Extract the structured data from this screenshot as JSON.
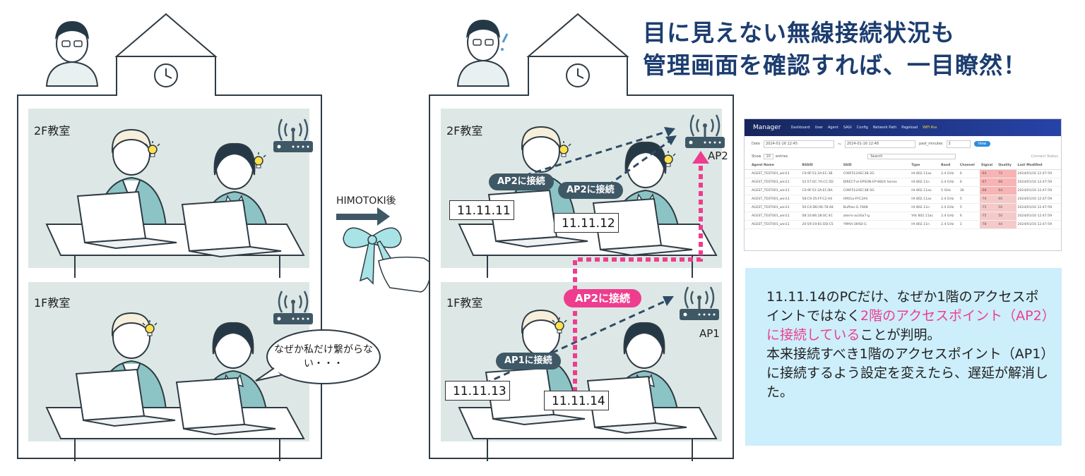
{
  "headline": {
    "line1": "目に見えない無線接続状況も",
    "line2": "管理画面を確認すれば、一目瞭然！"
  },
  "left_building": {
    "room_2f": "2F教室",
    "room_1f": "1F教室",
    "speech": "なぜか私だけ繋がらない・・・"
  },
  "transition": {
    "label": "HIMOTOKI後"
  },
  "right_building": {
    "room_2f": "2F教室",
    "room_1f": "1F教室",
    "ap2_label": "AP2",
    "ap1_label": "AP1",
    "pill_a": "AP2に接続",
    "pill_b": "AP2に接続",
    "pill_c": "AP1に接続",
    "pill_pink": "AP2に接続",
    "ip_1": "11.11.11",
    "ip_2": "11.11.12",
    "ip_3": "11.11.13",
    "ip_4": "11.11.14"
  },
  "screenshot": {
    "brand": "Manager",
    "nav": [
      "Dashboard",
      "User",
      "Agent",
      "SAGI",
      "Config",
      "Network Path",
      "Pageload",
      "WiFi Rss"
    ],
    "date_label": "Date",
    "date_from": "2024-01-16 12:45",
    "date_sep": "〜",
    "date_to": "2024-01-16 12:48",
    "past_label": "past_minutes",
    "past_value": "3",
    "view_button": "View",
    "show_label": "Show",
    "show_value": "10",
    "entries_label": "entries",
    "search_label": "Search",
    "connect_label": "Connect Status",
    "columns": [
      "Agent Name",
      "BSSID",
      "SSID",
      "Type",
      "Band",
      "Channel",
      "Signal",
      "Quality",
      "Last Modified"
    ],
    "rows": [
      [
        "AGEST_TEST001_win11",
        "C0:9F:51:2A:EC:3B",
        "C09F512AEC3B-2G",
        "Ht 802.11ax",
        "2.4 GHz",
        "6",
        "-64",
        "72",
        "2024/01/16 12:47:59"
      ],
      [
        "AGEST_TEST001_win11",
        "52:57:0C:7A:CC:5D",
        "DIRECT-el-EPSON-EP-882A Series",
        "Ht 802.11n",
        "2.4 GHz",
        "6",
        "-67",
        "66",
        "2024/01/16 12:47:59"
      ],
      [
        "AGEST_TEST001_win11",
        "C0:9F:51:2A:EC:BA",
        "C09F512AEC3B-5G",
        "Ht 802.11ax",
        "5 GHz",
        "36",
        "-68",
        "64",
        "2024/01/16 12:47:59"
      ],
      [
        "AGEST_TEST001_win11",
        "58:C9:35:FF:C2:A4",
        "HR01a-FFC2A4",
        "Ht 802.11ax",
        "2.4 GHz",
        "5",
        "-70",
        "60",
        "2024/01/16 12:47:59"
      ],
      [
        "AGEST_TEST001_win11",
        "50:C4:DD:06:78:48",
        "Buffalo-G-7848",
        "Ht 802.11n",
        "2.4 GHz",
        "5",
        "-75",
        "50",
        "2024/01/16 12:47:59"
      ],
      [
        "AGEST_TEST001_win11",
        "08:10:86:28:0C:4C",
        "aterm-aa16a7-g",
        "Vht 802.11ac",
        "2.4 GHz",
        "6",
        "-75",
        "50",
        "2024/01/16 12:47:59"
      ],
      [
        "AGEST_TEST001_win11",
        "20:59:19:81:DD:C5",
        "YMAH-3KAD-G",
        "Ht 802.11n",
        "2.4 GHz",
        "1",
        "-78",
        "44",
        "2024/01/16 12:47:59"
      ]
    ]
  },
  "note": {
    "p1_before": "11.11.14のPCだけ、なぜか1階のアクセスポイントではなく",
    "p1_highlight": "2階のアクセスポイント（AP2）に接続している",
    "p1_after": "ことが判明。",
    "p2": "本来接続すべき1階のアクセスポイント（AP1）に接続するよう設定を変えたら、遅延が解消した。"
  },
  "colors": {
    "headline": "#1c3d70",
    "pink": "#ee3d8f",
    "room": "#dde8e6",
    "note_bg": "#cdeefb",
    "pill": "#3f5866",
    "line": "#2f4c66"
  }
}
